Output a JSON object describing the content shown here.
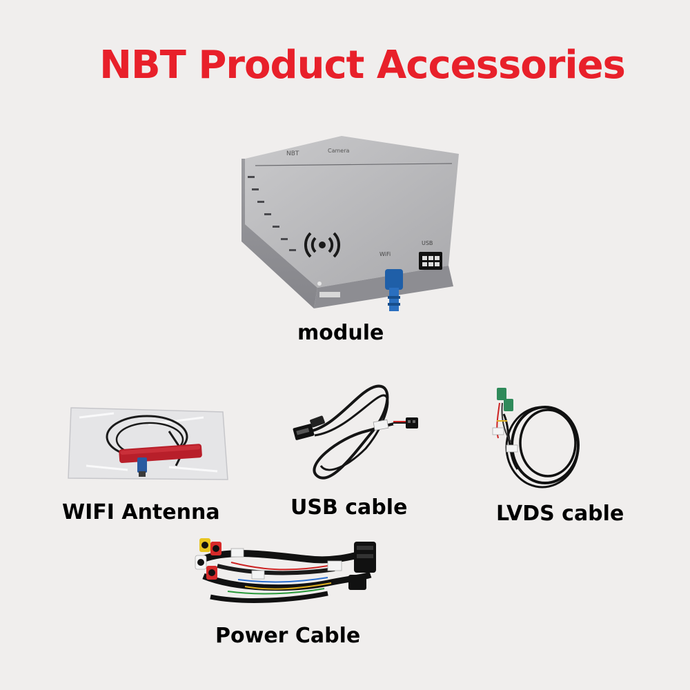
{
  "page": {
    "title": "NBT Product Accessories",
    "title_color": "#e8202a",
    "background_color": "#f0eeed"
  },
  "items": {
    "module": {
      "label": "module"
    },
    "wifi_antenna": {
      "label": "WIFI Antenna"
    },
    "usb_cable": {
      "label": "USB cable"
    },
    "lvds_cable": {
      "label": "LVDS cable"
    },
    "power_cable": {
      "label": "Power Cable"
    }
  },
  "module_markings": {
    "top_left": "NBT",
    "top_right": "Camera",
    "port_wifi": "WiFi",
    "port_usb": "USB"
  },
  "icons": [
    "wireless-signal-icon"
  ]
}
